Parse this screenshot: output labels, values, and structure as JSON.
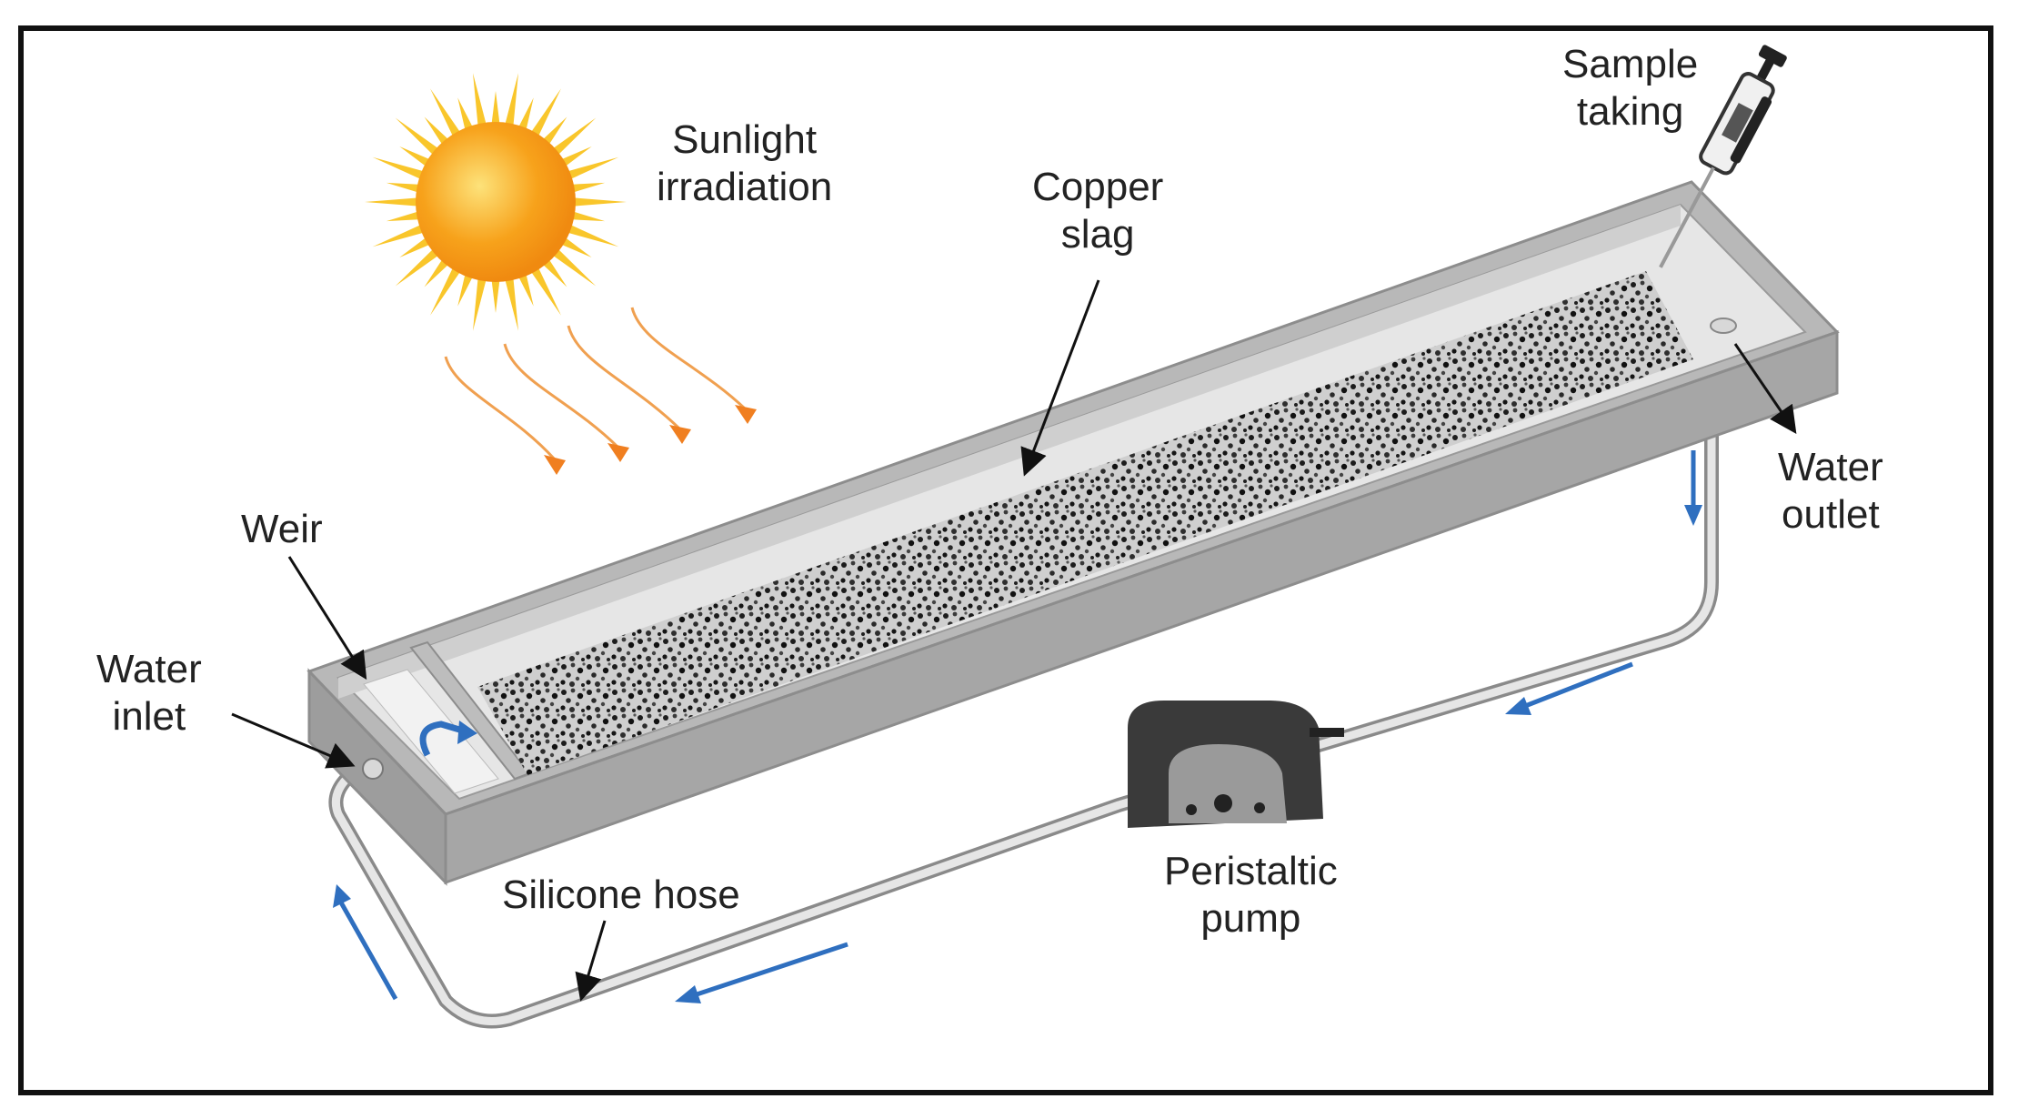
{
  "labels": {
    "sunlight": [
      "Sunlight",
      "irradiation"
    ],
    "copper_slag": [
      "Copper",
      "slag"
    ],
    "sample_taking": [
      "Sample",
      "taking"
    ],
    "water_outlet": [
      "Water",
      "outlet"
    ],
    "weir": "Weir",
    "water_inlet": [
      "Water",
      "inlet"
    ],
    "silicone_hose": "Silicone hose",
    "peristaltic_pump": [
      "Peristaltic",
      "pump"
    ]
  },
  "colors": {
    "frame": "#111111",
    "tray_top": "#b5b5b5",
    "tray_side": "#a9a9a9",
    "tray_inner": "#e4e4e4",
    "slag": "#2b2b2b",
    "hose": "#cfcfcf",
    "flow_arrow": "#2f6fbf",
    "sun_core": "#f7a21b",
    "sun_ray": "#f9c62b",
    "light_ray": "#f0a050",
    "pump_body": "#3a3a3a",
    "pump_face": "#9a9a9a"
  },
  "icons": [
    "sun-icon",
    "pipette-icon",
    "peristaltic-pump-icon"
  ]
}
